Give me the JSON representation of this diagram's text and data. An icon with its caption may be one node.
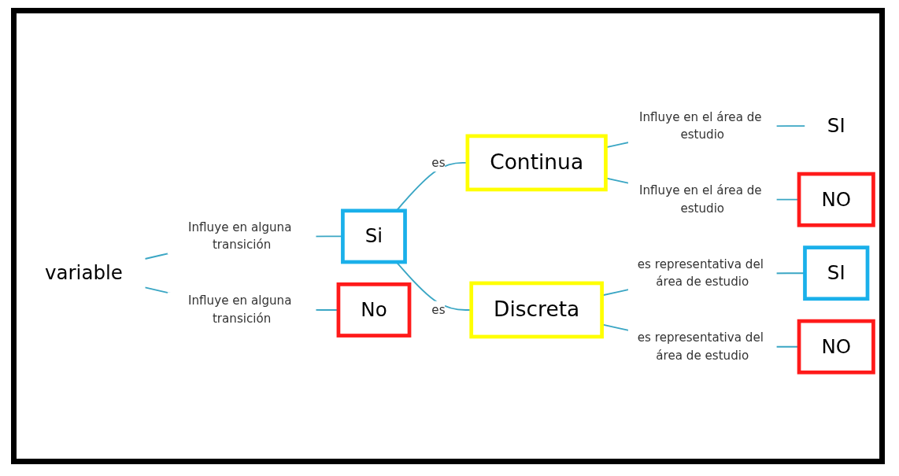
{
  "diagram": {
    "nodes": [
      {
        "text": [
          "variable"
        ]
      },
      {
        "text": [
          "Si"
        ]
      },
      {
        "text": [
          "No"
        ]
      },
      {
        "text": [
          "Continua"
        ]
      },
      {
        "text": [
          "Discreta"
        ]
      },
      {
        "text": [
          "SI"
        ]
      },
      {
        "text": [
          "NO"
        ]
      },
      {
        "text": [
          "SI"
        ]
      },
      {
        "text": [
          "NO"
        ]
      }
    ],
    "edges": [
      {
        "from": 0,
        "to": 1,
        "arrow": "none",
        "label": "Influye en alguna transición"
      },
      {
        "from": 0,
        "to": 2,
        "arrow": "none",
        "label": "Influye en alguna transición"
      },
      {
        "from": 1,
        "to": 3,
        "arrow": "none",
        "label": "es"
      },
      {
        "from": 1,
        "to": 4,
        "arrow": "none",
        "label": "es"
      },
      {
        "from": 3,
        "to": 5,
        "arrow": "none",
        "label": "Influye en el área de estudio"
      },
      {
        "from": 3,
        "to": 6,
        "arrow": "none",
        "label": "Influye en el área de estudio"
      },
      {
        "from": 4,
        "to": 7,
        "arrow": "none",
        "label": "es representativa del área de estudio"
      },
      {
        "from": 4,
        "to": 8,
        "arrow": "none",
        "label": "es representativa del área de estudio"
      }
    ]
  }
}
